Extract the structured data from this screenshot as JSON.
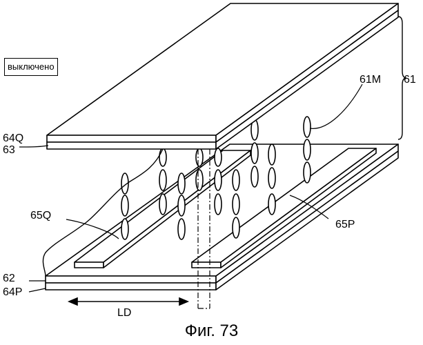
{
  "state_label": "выключено",
  "caption": "Фиг. 73",
  "labels": {
    "l61": "61",
    "l61M": "61M",
    "l64Q": "64Q",
    "l63": "63",
    "l65Q": "65Q",
    "l65P": "65P",
    "l62": "62",
    "l64P": "64P",
    "lLD": "LD"
  }
}
